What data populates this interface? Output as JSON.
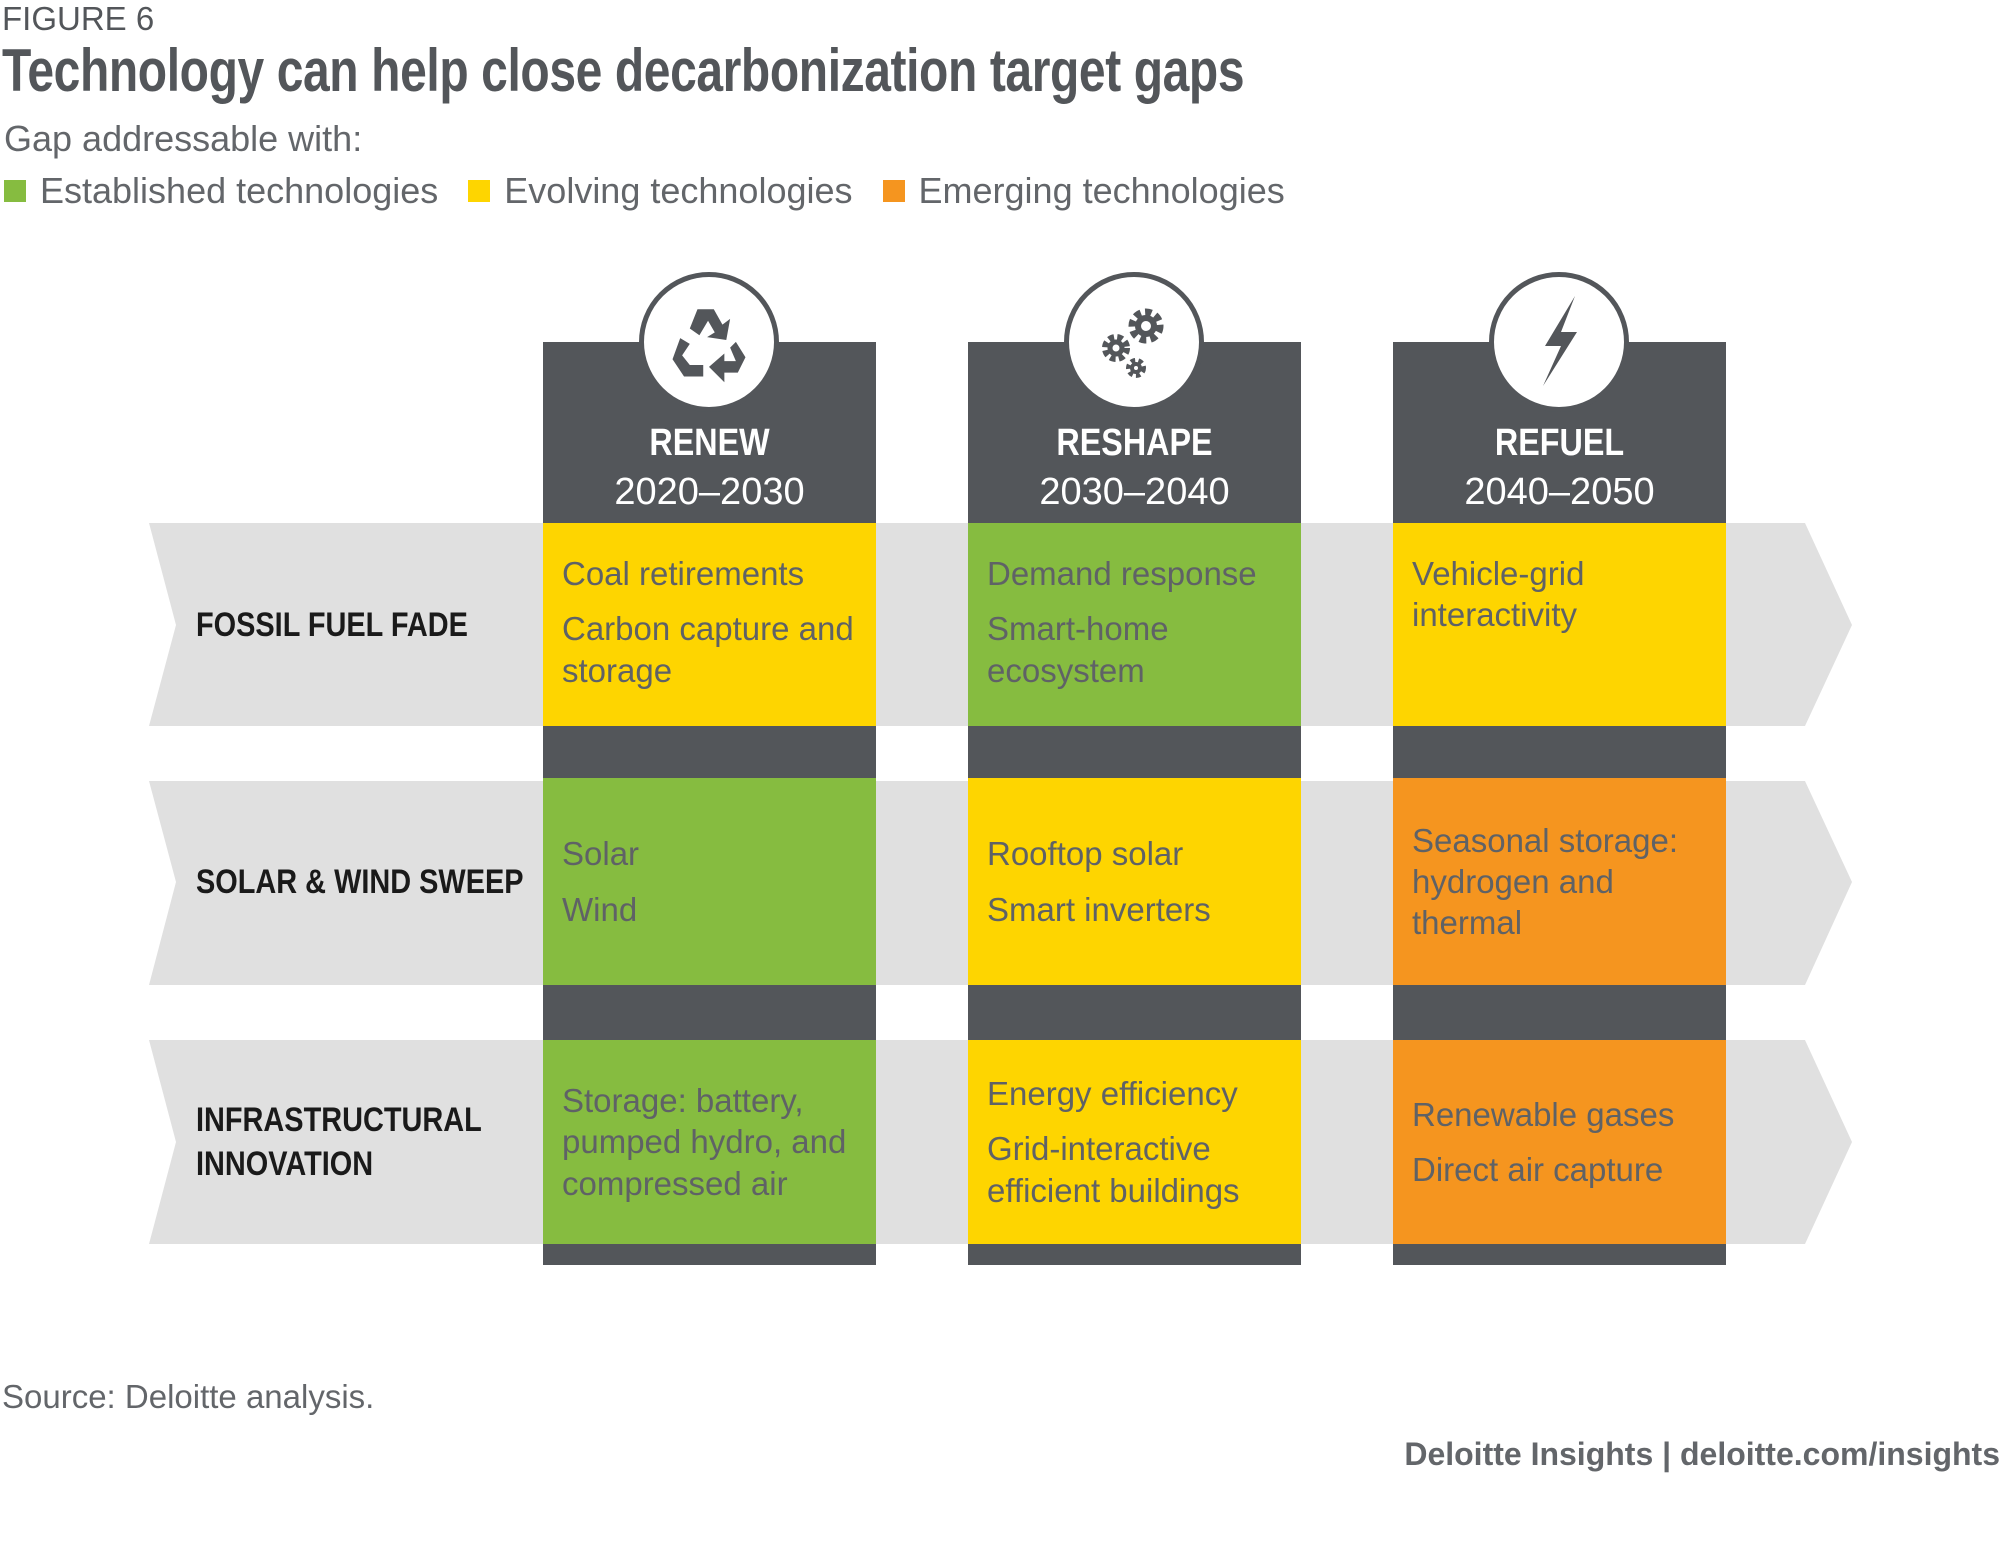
{
  "figure_label": "FIGURE 6",
  "title": "Technology can help close decarbonization target gaps",
  "subtitle": "Gap addressable with:",
  "legend": [
    {
      "label": "Established technologies",
      "color": "#86bc40",
      "key": "established"
    },
    {
      "label": "Evolving technologies",
      "color": "#fed500",
      "key": "evolving"
    },
    {
      "label": "Emerging technologies",
      "color": "#f5951f",
      "key": "emerging"
    }
  ],
  "columns": [
    {
      "name": "RENEW",
      "years": "2020–2030",
      "icon": "recycle-icon"
    },
    {
      "name": "RESHAPE",
      "years": "2030–2040",
      "icon": "gears-icon"
    },
    {
      "name": "REFUEL",
      "years": "2040–2050",
      "icon": "lightning-icon"
    }
  ],
  "rows": [
    {
      "label": "FOSSIL FUEL FADE",
      "cells": [
        {
          "category": "evolving",
          "items": [
            "Coal retirements",
            "Carbon capture and storage"
          ]
        },
        {
          "category": "established",
          "items": [
            "Demand response",
            "Smart-home ecosystem"
          ]
        },
        {
          "category": "evolving",
          "items": [
            "Vehicle-grid interactivity"
          ]
        }
      ]
    },
    {
      "label": "SOLAR & WIND SWEEP",
      "cells": [
        {
          "category": "established",
          "items": [
            "Solar",
            "Wind"
          ]
        },
        {
          "category": "evolving",
          "items": [
            "Rooftop solar",
            "Smart inverters"
          ]
        },
        {
          "category": "emerging",
          "items": [
            "Seasonal storage: hydrogen and thermal"
          ]
        }
      ]
    },
    {
      "label": "INFRASTRUCTURAL\nINNOVATION",
      "cells": [
        {
          "category": "established",
          "items": [
            "Storage: battery, pumped hydro, and compressed air"
          ]
        },
        {
          "category": "evolving",
          "items": [
            "Energy efficiency",
            "Grid-interactive efficient buildings"
          ]
        },
        {
          "category": "emerging",
          "items": [
            "Renewable gases",
            "Direct air capture"
          ]
        }
      ]
    }
  ],
  "source": "Source: Deloitte analysis.",
  "footer": "Deloitte Insights | deloitte.com/insights",
  "colors": {
    "dark": "#53565a",
    "band": "#e0e0e0"
  }
}
